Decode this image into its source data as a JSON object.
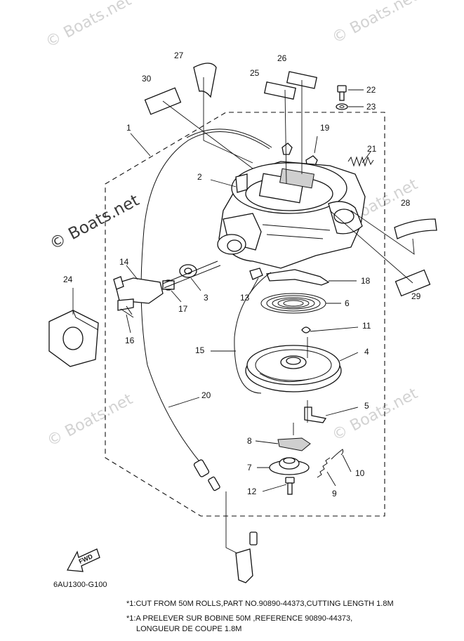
{
  "watermark": {
    "text": "© Boats.net"
  },
  "diagram_code": "6AU1300-G100",
  "fwd_label": "FWD",
  "parts": [
    {
      "key": "p1",
      "number": "1"
    },
    {
      "key": "p2",
      "number": "2"
    },
    {
      "key": "p3",
      "number": "3"
    },
    {
      "key": "p4",
      "number": "4"
    },
    {
      "key": "p5",
      "number": "5"
    },
    {
      "key": "p6",
      "number": "6"
    },
    {
      "key": "p7",
      "number": "7"
    },
    {
      "key": "p8",
      "number": "8"
    },
    {
      "key": "p9",
      "number": "9"
    },
    {
      "key": "p10",
      "number": "10"
    },
    {
      "key": "p11",
      "number": "11"
    },
    {
      "key": "p12",
      "number": "12"
    },
    {
      "key": "p13",
      "number": "13"
    },
    {
      "key": "p14",
      "number": "14"
    },
    {
      "key": "p15",
      "number": "15"
    },
    {
      "key": "p16",
      "number": "16"
    },
    {
      "key": "p17",
      "number": "17"
    },
    {
      "key": "p18",
      "number": "18"
    },
    {
      "key": "p19",
      "number": "19"
    },
    {
      "key": "p20",
      "number": "20"
    },
    {
      "key": "p21",
      "number": "21"
    },
    {
      "key": "p22",
      "number": "22"
    },
    {
      "key": "p23",
      "number": "23"
    },
    {
      "key": "p24",
      "number": "24"
    },
    {
      "key": "p25",
      "number": "25"
    },
    {
      "key": "p26",
      "number": "26"
    },
    {
      "key": "p27",
      "number": "27"
    },
    {
      "key": "p28",
      "number": "28"
    },
    {
      "key": "p29",
      "number": "29"
    },
    {
      "key": "p30",
      "number": "30"
    }
  ],
  "footnotes": {
    "line1": "*1:CUT FROM 50M ROLLS,PART NO.90890-44373,CUTTING LENGTH 1.8M",
    "line2": "*1:A PRELEVER SUR BOBINE 50M ,REFERENCE 90890-44373,",
    "line3": "LONGUEUR DE COUPE 1.8M"
  }
}
